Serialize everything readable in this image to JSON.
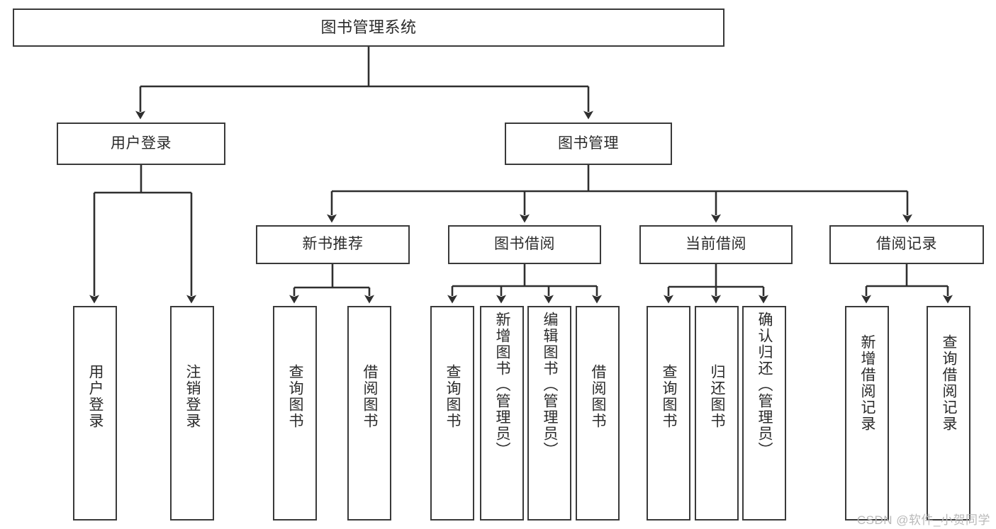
{
  "diagram": {
    "title": "图书管理系统",
    "type": "hierarchy-tree",
    "watermark": "CSDN @软件_小贺同学",
    "colors": {
      "stroke": "#3a3a3a",
      "box_fill": "#ffffff",
      "text": "#2b2b2b",
      "watermark": "#b9b9b9",
      "background": "#ffffff"
    },
    "levels": [
      {
        "level": 1,
        "nodes": [
          {
            "id": "root",
            "label": "图书管理系统"
          }
        ]
      },
      {
        "level": 2,
        "nodes": [
          {
            "id": "login",
            "label": "用户登录",
            "parent": "root"
          },
          {
            "id": "bookmgmt",
            "label": "图书管理",
            "parent": "root"
          }
        ]
      },
      {
        "level": 3,
        "nodes": [
          {
            "id": "newrec",
            "label": "新书推荐",
            "parent": "bookmgmt"
          },
          {
            "id": "borrow",
            "label": "图书借阅",
            "parent": "bookmgmt"
          },
          {
            "id": "current",
            "label": "当前借阅",
            "parent": "bookmgmt"
          },
          {
            "id": "records",
            "label": "借阅记录",
            "parent": "bookmgmt"
          }
        ]
      },
      {
        "level": 4,
        "nodes": [
          {
            "id": "l1",
            "label": "用户登录",
            "parent": "login"
          },
          {
            "id": "l2",
            "label": "注销登录",
            "parent": "login"
          },
          {
            "id": "l3",
            "label": "查询图书",
            "parent": "newrec"
          },
          {
            "id": "l4",
            "label": "借阅图书",
            "parent": "newrec"
          },
          {
            "id": "l5",
            "label": "查询图书",
            "parent": "borrow"
          },
          {
            "id": "l6",
            "label": "新增图书（管理员）",
            "parent": "borrow"
          },
          {
            "id": "l7",
            "label": "编辑图书（管理员）",
            "parent": "borrow"
          },
          {
            "id": "l8",
            "label": "借阅图书",
            "parent": "borrow"
          },
          {
            "id": "l9",
            "label": "查询图书",
            "parent": "current"
          },
          {
            "id": "l10",
            "label": "归还图书",
            "parent": "current"
          },
          {
            "id": "l11",
            "label": "确认归还（管理员）",
            "parent": "current"
          },
          {
            "id": "l12",
            "label": "新增借阅记录",
            "parent": "records"
          },
          {
            "id": "l13",
            "label": "查询借阅记录",
            "parent": "records"
          }
        ]
      }
    ]
  }
}
